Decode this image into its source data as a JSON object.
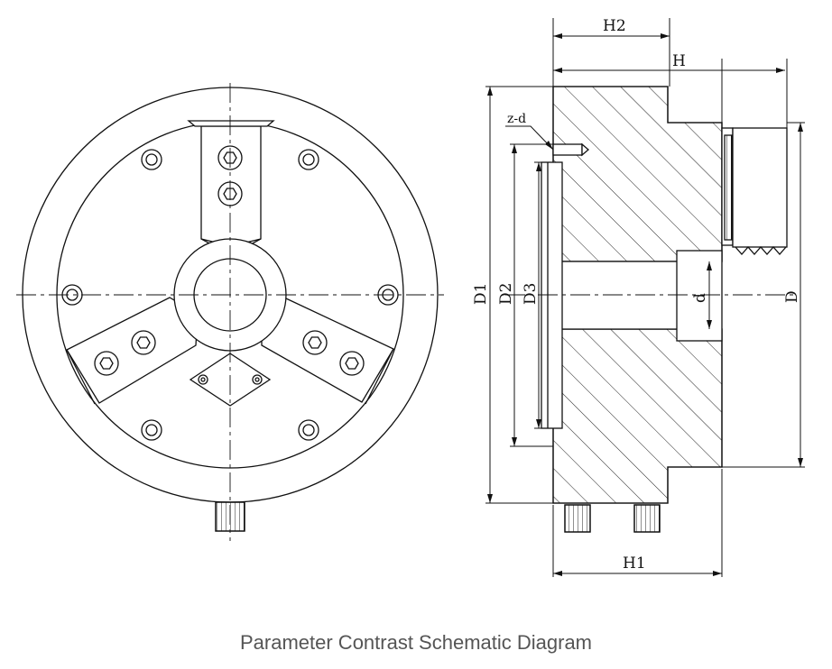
{
  "caption": "Parameter Contrast Schematic Diagram",
  "labels": {
    "h2": "H2",
    "h": "H",
    "h1": "H1",
    "z_d": "z-d",
    "d1": "D1",
    "d2": "D2",
    "d3": "D3",
    "d_small": "d",
    "d_big": "D"
  }
}
